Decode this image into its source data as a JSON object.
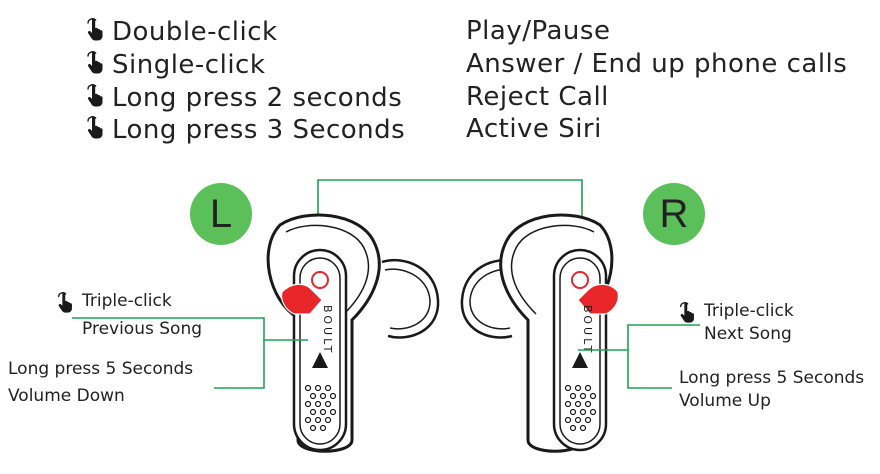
{
  "controls": [
    {
      "gesture": "Double-click",
      "action": "Play/Pause",
      "icon": "hand-pointer-icon"
    },
    {
      "gesture": "Single-click",
      "action": "Answer / End up phone calls",
      "icon": "hand-pointer-icon"
    },
    {
      "gesture": "Long press 2 seconds",
      "action": "Reject Call",
      "icon": "hand-pointer-icon"
    },
    {
      "gesture": "Long press 3 Seconds",
      "action": "Active Siri",
      "icon": "hand-pointer-icon"
    }
  ],
  "left_earbud": {
    "badge": "L",
    "brand": "BOULT",
    "triple_click": "Triple-click",
    "triple_click_action": "Previous Song",
    "long_press": "Long press 5 Seconds",
    "long_press_action": "Volume Down"
  },
  "right_earbud": {
    "badge": "R",
    "brand": "BOULT",
    "triple_click": "Triple-click",
    "triple_click_action": "Next Song",
    "long_press": "Long press 5 Seconds",
    "long_press_action": "Volume Up"
  },
  "colors": {
    "badge": "#5bbf5a",
    "connector_line": "#1fa354",
    "touch_hand": "#e8262a",
    "outline": "#1a1a1a"
  }
}
